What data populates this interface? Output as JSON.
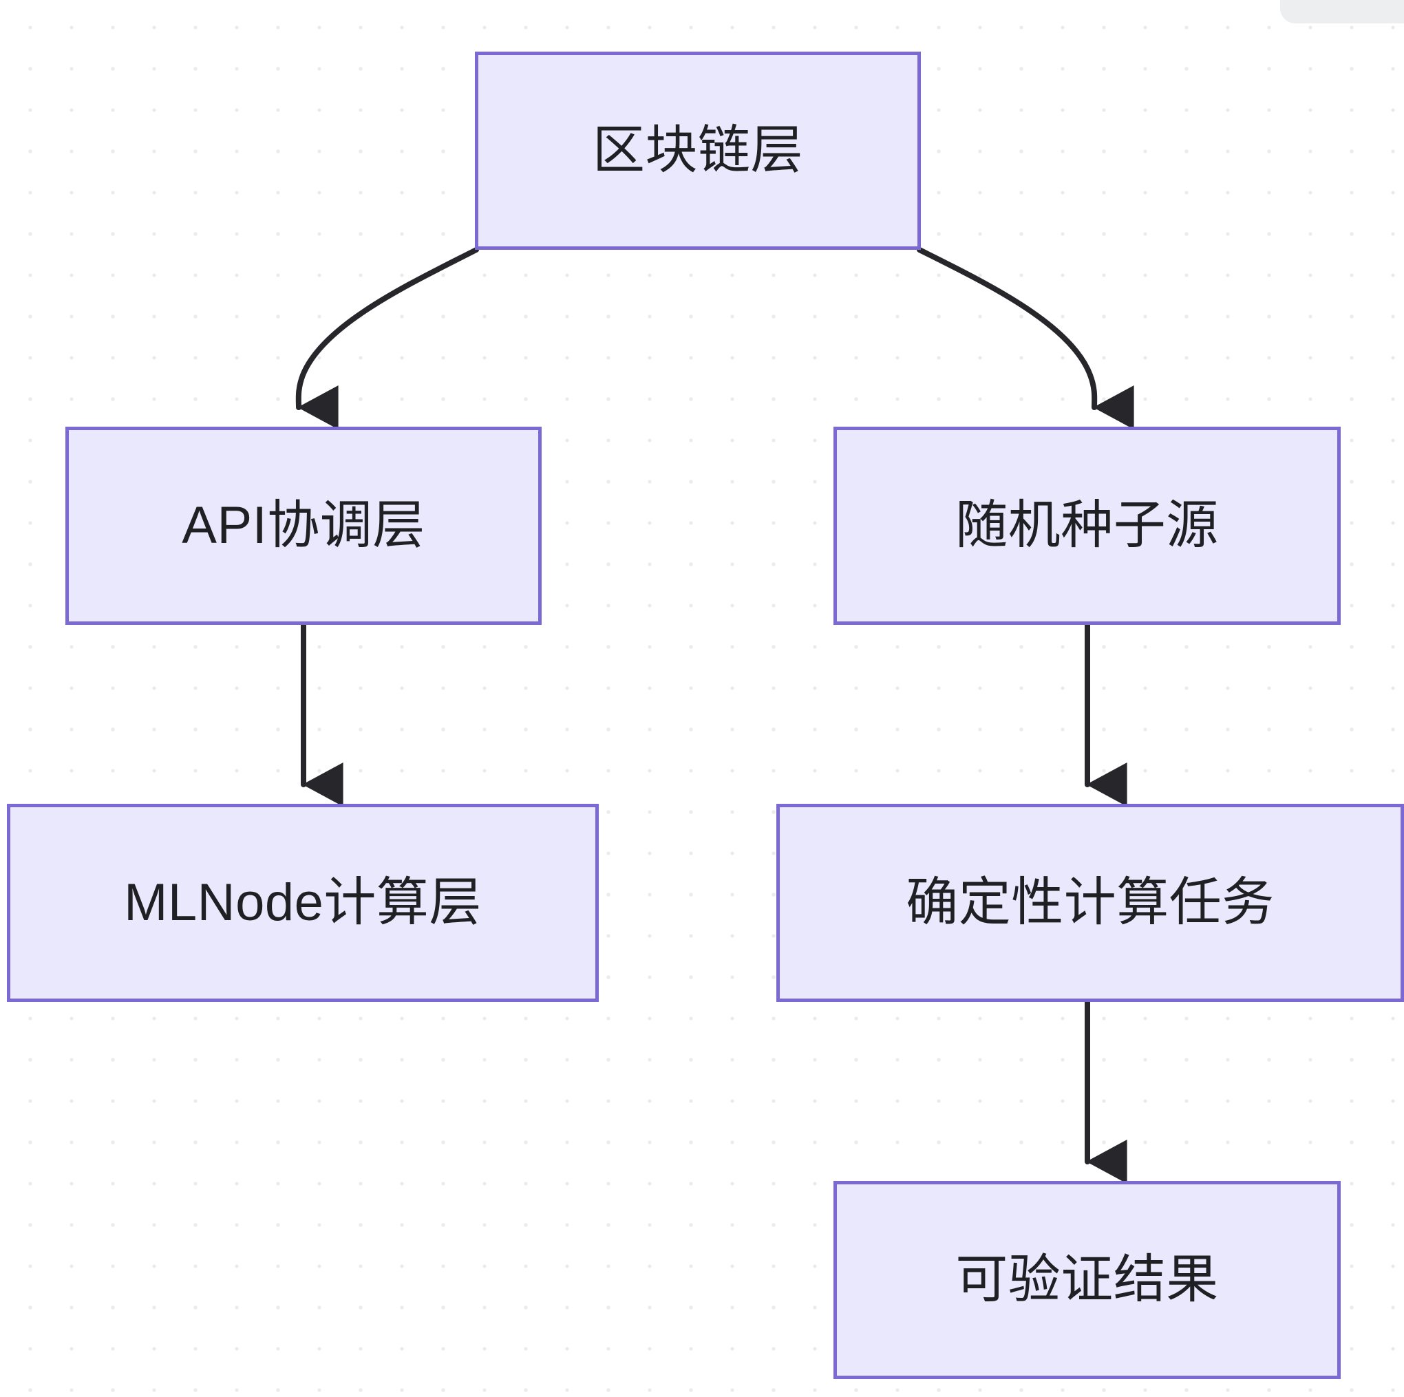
{
  "diagram": {
    "type": "flowchart",
    "direction": "top-down",
    "theme": {
      "node_fill": "#e9e8fd",
      "node_border": "#7c69d4",
      "edge_color": "#26262b",
      "text_color": "#1f2023",
      "canvas_background": "#ffffff",
      "dot_grid_color": "#ebebed",
      "corner_panel_color": "#eceef0"
    },
    "nodes": [
      {
        "id": "blockchain",
        "label": "区块链层"
      },
      {
        "id": "api",
        "label": "API协调层"
      },
      {
        "id": "seed",
        "label": "随机种子源"
      },
      {
        "id": "mlnode",
        "label": "MLNode计算层"
      },
      {
        "id": "task",
        "label": "确定性计算任务"
      },
      {
        "id": "result",
        "label": "可验证结果"
      }
    ],
    "edges": [
      {
        "from": "blockchain",
        "to": "api",
        "style": "curved",
        "arrow": "triangle"
      },
      {
        "from": "blockchain",
        "to": "seed",
        "style": "curved",
        "arrow": "triangle"
      },
      {
        "from": "api",
        "to": "mlnode",
        "style": "straight",
        "arrow": "triangle"
      },
      {
        "from": "seed",
        "to": "task",
        "style": "straight",
        "arrow": "triangle"
      },
      {
        "from": "task",
        "to": "result",
        "style": "straight",
        "arrow": "triangle"
      }
    ]
  }
}
